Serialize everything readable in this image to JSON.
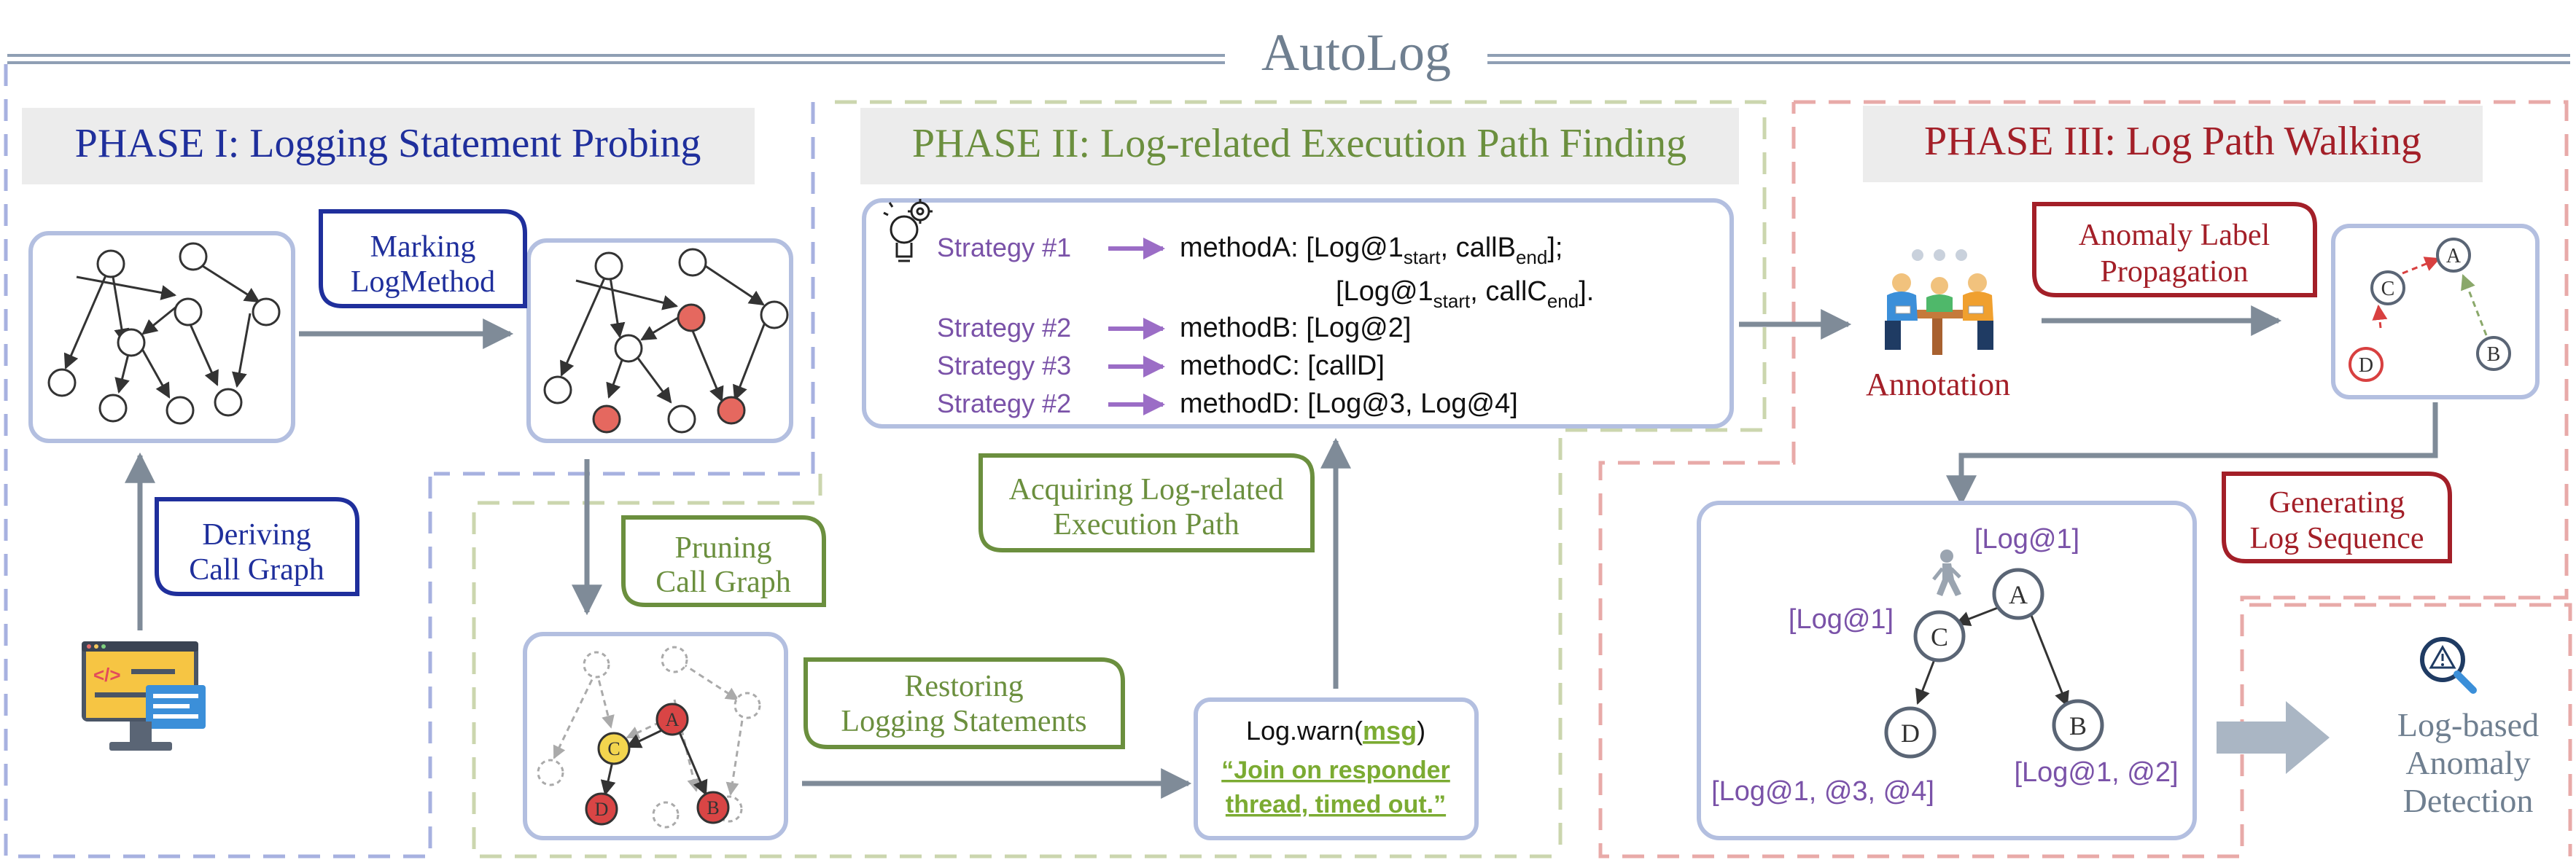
{
  "title": "AutoLog",
  "colors": {
    "phase1": "#1f2f9c",
    "phase2": "#6b8f3e",
    "phase3": "#a31f28",
    "strategy": "#7a52a8",
    "node_fill": "#e5685f",
    "node_yellow": "#f3d54e",
    "node_red": "#d94545",
    "box_border": "#b3bfe0",
    "arrow": "#7f8b98",
    "title_gray": "#6f7f90"
  },
  "phase1": {
    "title": "PHASE I: Logging Statement Probing",
    "label_marking_line1": "Marking",
    "label_marking_line2": "LogMethod",
    "label_deriving_line1": "Deriving",
    "label_deriving_line2": "Call Graph",
    "code_icon": "code-editor-monitor-icon"
  },
  "phase2": {
    "title": "PHASE II: Log-related Execution Path Finding",
    "label_pruning_line1": "Pruning",
    "label_pruning_line2": "Call Graph",
    "label_restoring_line1": "Restoring",
    "label_restoring_line2": "Logging Statements",
    "label_acquiring_line1": "Acquiring Log-related",
    "label_acquiring_line2": "Execution Path",
    "strategies": [
      {
        "strategy": "Strategy #1",
        "method": "methodA: [Log@1",
        "sub1": "start",
        "mid": ", callB",
        "sub2": "end",
        "tail": "];"
      },
      {
        "strategy": "",
        "method": "[Log@1",
        "sub1": "start",
        "mid": ", callC",
        "sub2": "end",
        "tail": "]."
      },
      {
        "strategy": "Strategy #2",
        "method": "methodB: [Log@2]",
        "sub1": "",
        "mid": "",
        "sub2": "",
        "tail": ""
      },
      {
        "strategy": "Strategy #3",
        "method": "methodC: [callD]",
        "sub1": "",
        "mid": "",
        "sub2": "",
        "tail": ""
      },
      {
        "strategy": "Strategy #2",
        "method": "methodD: [Log@3, Log@4]",
        "sub1": "",
        "mid": "",
        "sub2": "",
        "tail": ""
      }
    ],
    "log_prefix": "Log.warn(",
    "log_arg": "msg",
    "log_suffix": ")",
    "log_msg_line1": "“Join on responder",
    "log_msg_line2": "thread, timed out.”",
    "node_labels": {
      "a": "A",
      "c": "C",
      "d": "D",
      "b": "B"
    }
  },
  "phase3": {
    "title": "PHASE III: Log Path Walking",
    "annotation": "Annotation",
    "label_anomaly_line1": "Anomaly Label",
    "label_anomaly_line2": "Propagation",
    "label_generating_line1": "Generating",
    "label_generating_line2": "Log Sequence",
    "small_graph_labels": {
      "a": "A",
      "c": "C",
      "d": "D",
      "b": "B"
    },
    "log_path": {
      "a_log": "[Log@1]",
      "c_log": "[Log@1]",
      "d_log": "[Log@1, @3, @4]",
      "b_log": "[Log@1, @2]",
      "a": "A",
      "c": "C",
      "d": "D",
      "b": "B"
    },
    "detection_line1": "Log-based",
    "detection_line2": "Anomaly",
    "detection_line3": "Detection"
  }
}
